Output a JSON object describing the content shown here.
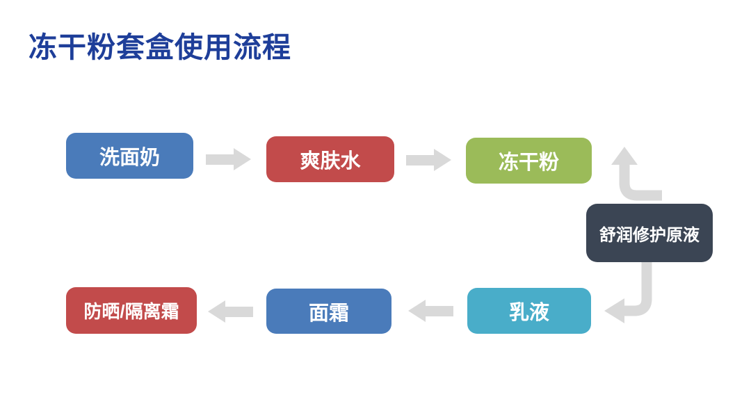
{
  "title": "冻干粉套盒使用流程",
  "colors": {
    "title": "#1e3e99",
    "arrow": "#d9d9d9",
    "background": "#ffffff",
    "blue": "#4a7bba",
    "red": "#c24b4b",
    "green": "#9bbb59",
    "dark": "#3b4554",
    "cyan": "#49adc9"
  },
  "nodes": [
    {
      "id": "cleanser",
      "label": "洗面奶",
      "color": "#4a7bba"
    },
    {
      "id": "toner",
      "label": "爽肤水",
      "color": "#c24b4b"
    },
    {
      "id": "powder",
      "label": "冻干粉",
      "color": "#9bbb59"
    },
    {
      "id": "serum",
      "label": "舒润修护原液",
      "color": "#3b4554"
    },
    {
      "id": "lotion",
      "label": "乳液",
      "color": "#49adc9"
    },
    {
      "id": "cream",
      "label": "面霜",
      "color": "#4a7bba"
    },
    {
      "id": "sunscreen",
      "label": "防晒/隔离霜",
      "color": "#c24b4b"
    }
  ],
  "arrows": [
    {
      "name": "cleanser-to-toner",
      "direction": "right"
    },
    {
      "name": "toner-to-powder",
      "direction": "right"
    },
    {
      "name": "serum-to-powder",
      "direction": "up"
    },
    {
      "name": "serum-to-lotion",
      "direction": "down-left"
    },
    {
      "name": "lotion-to-cream",
      "direction": "left"
    },
    {
      "name": "cream-to-sunscreen",
      "direction": "left"
    }
  ]
}
